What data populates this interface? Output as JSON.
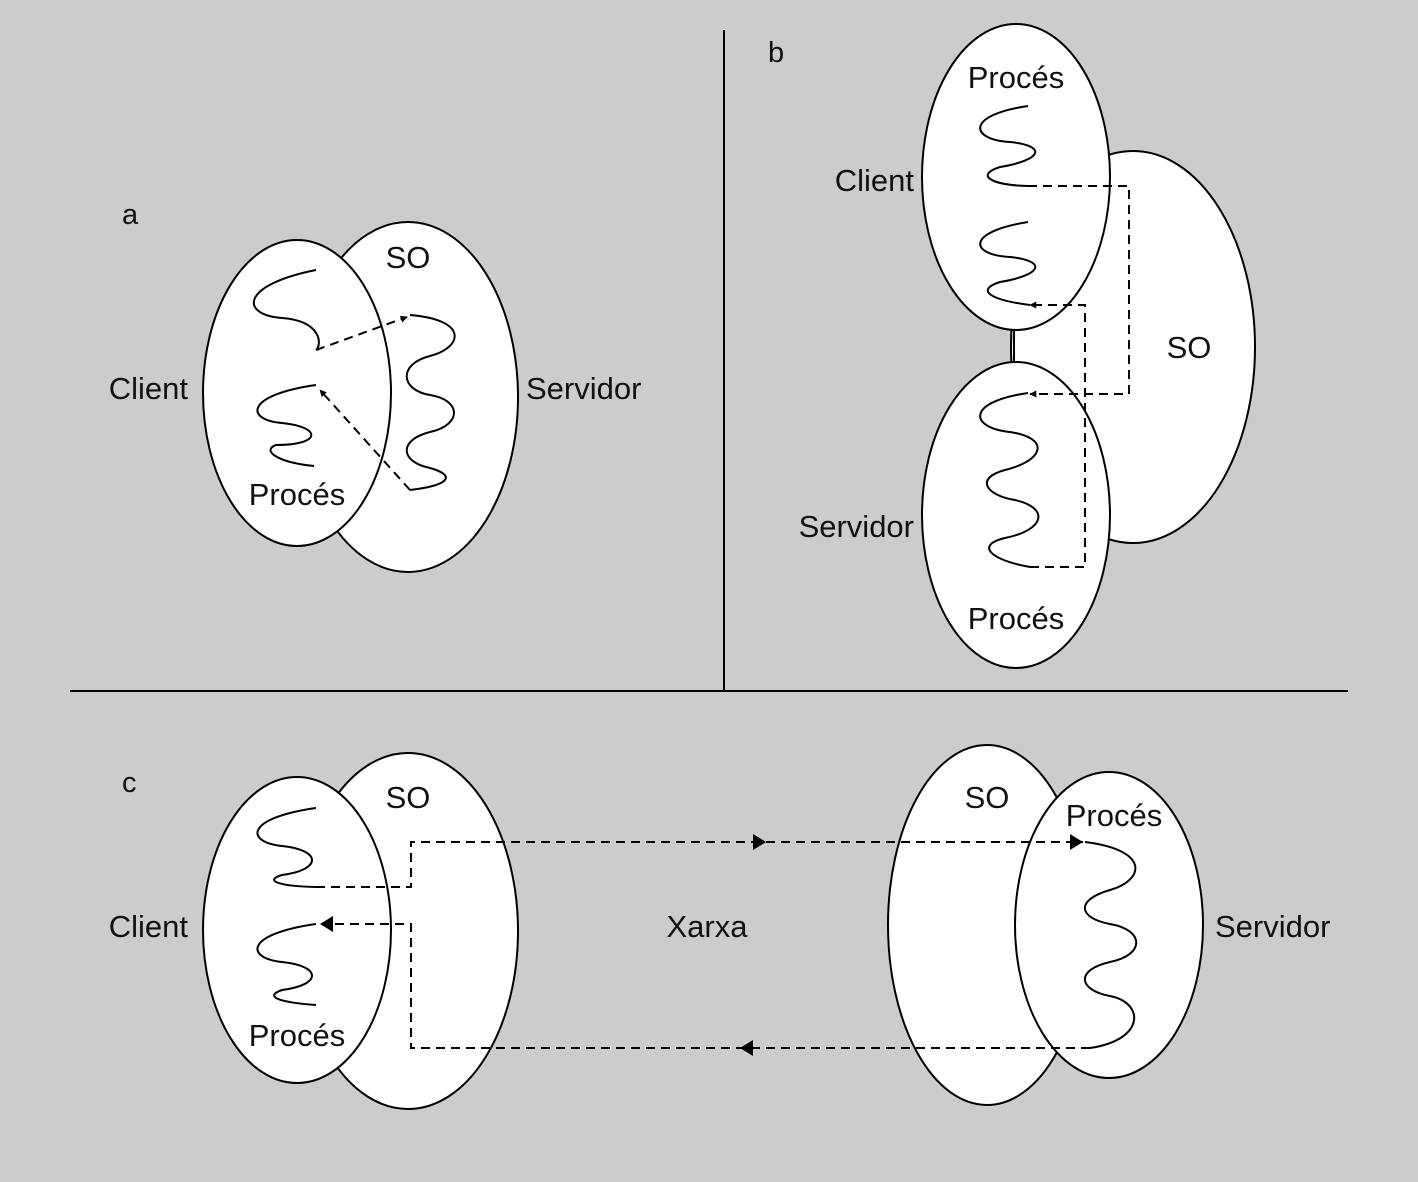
{
  "colors": {
    "background": "#cccccc",
    "shape_fill": "#ffffff",
    "stroke": "#000000"
  },
  "panel_a": {
    "tag": "a",
    "os_label": "SO",
    "client_label": "Client",
    "server_label": "Servidor",
    "process_label": "Procés"
  },
  "panel_b": {
    "tag": "b",
    "client_process_label": "Procés",
    "client_label": "Client",
    "os_label": "SO",
    "server_label": "Servidor",
    "server_process_label": "Procés"
  },
  "panel_c": {
    "tag": "c",
    "client_os_label": "SO",
    "client_label": "Client",
    "client_process_label": "Procés",
    "network_label": "Xarxa",
    "server_os_label": "SO",
    "server_process_label": "Procés",
    "server_label": "Servidor"
  }
}
